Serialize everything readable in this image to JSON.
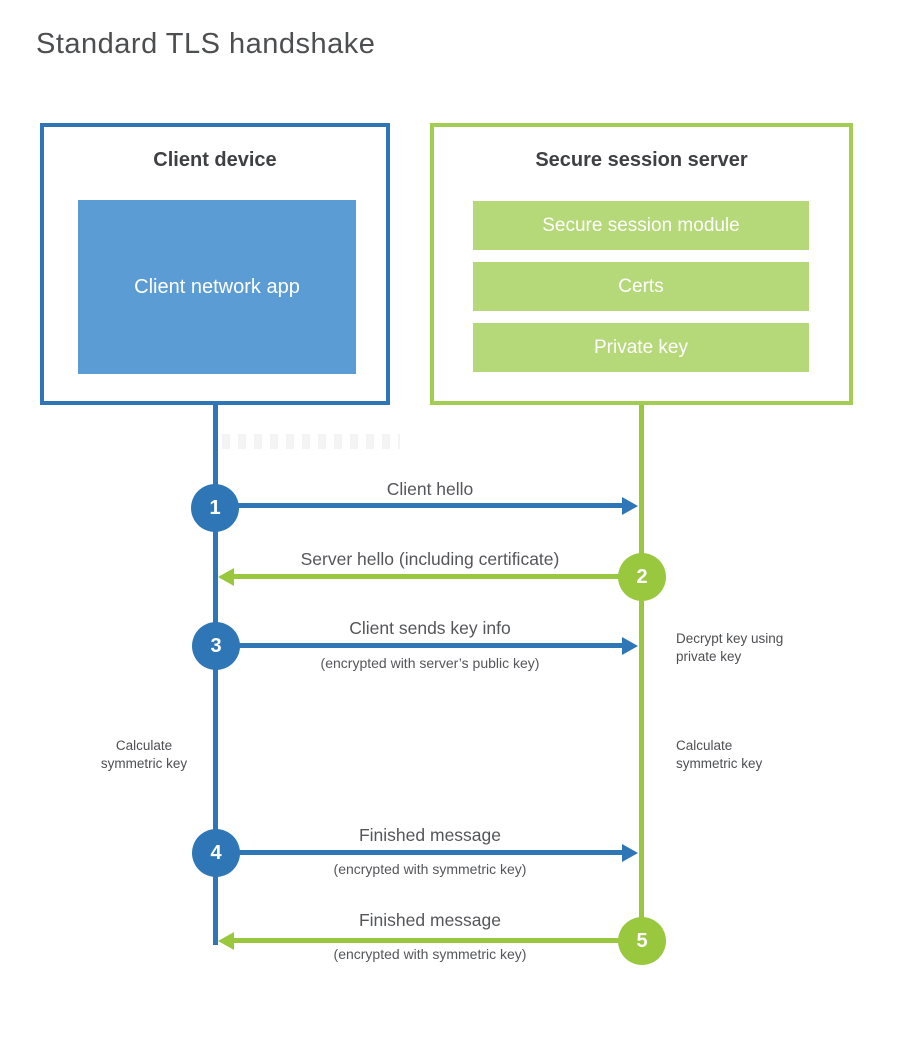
{
  "title": "Standard TLS handshake",
  "colors": {
    "blue": "#2e76b6",
    "blue_fill": "#5c9cd4",
    "green": "#99c83e",
    "green_fill": "#b5d878"
  },
  "client": {
    "title": "Client device",
    "app_label": "Client network app"
  },
  "server": {
    "title": "Secure session server",
    "modules": [
      "Secure session module",
      "Certs",
      "Private key"
    ]
  },
  "steps": [
    {
      "number": "1",
      "label": "Client hello",
      "sublabel": "",
      "direction": "right",
      "color": "blue"
    },
    {
      "number": "2",
      "label": "Server hello (including certificate)",
      "sublabel": "",
      "direction": "left",
      "color": "green"
    },
    {
      "number": "3",
      "label": "Client sends key info",
      "sublabel": "(encrypted with server’s public key)",
      "direction": "right",
      "color": "blue"
    },
    {
      "number": "4",
      "label": "Finished message",
      "sublabel": "(encrypted with symmetric key)",
      "direction": "right",
      "color": "blue"
    },
    {
      "number": "5",
      "label": "Finished message",
      "sublabel": "(encrypted with symmetric key)",
      "direction": "left",
      "color": "green"
    }
  ],
  "annotations": {
    "decrypt_note": "Decrypt key using private key",
    "calc_left": "Calculate symmetric key",
    "calc_right": "Calculate symmetric key"
  }
}
